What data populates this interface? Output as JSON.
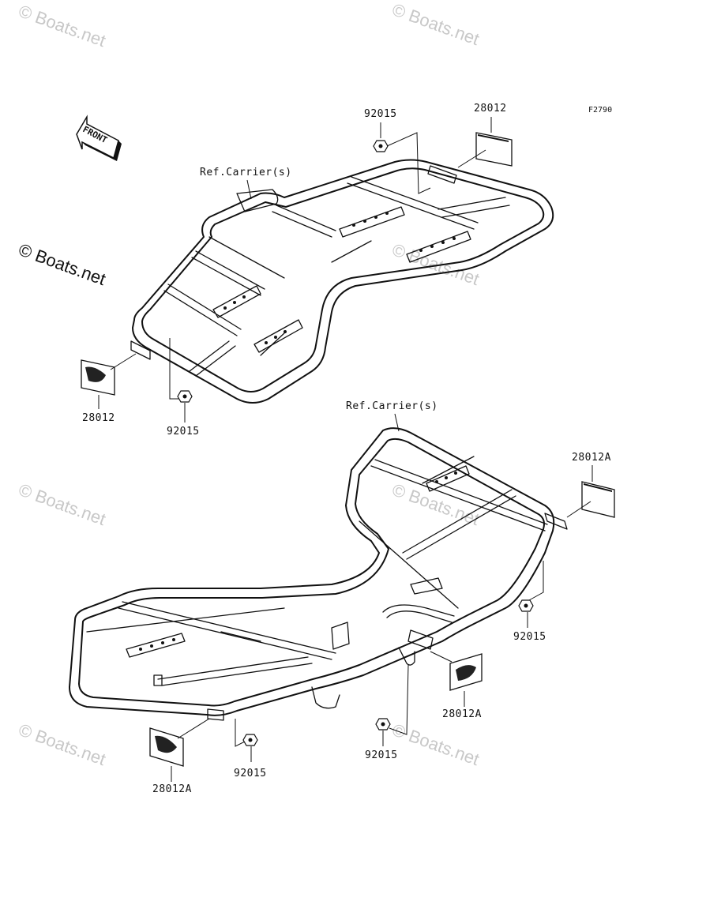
{
  "diagram": {
    "figure_code": "F2790",
    "front_arrow_label": "FRONT",
    "watermark": "© Boats.net",
    "callouts": {
      "top_nut_upper": "92015",
      "top_reflector_upper": "28012",
      "top_carrier_ref": "Ref.Carrier(s)",
      "top_reflector_lower": "28012",
      "top_nut_lower": "92015",
      "bottom_carrier_ref": "Ref.Carrier(s)",
      "bottom_reflector_right": "28012A",
      "bottom_nut_right": "92015",
      "bottom_reflector_mid": "28012A",
      "bottom_nut_mid": "92015",
      "bottom_reflector_left": "28012A",
      "bottom_nut_left": "92015"
    }
  }
}
